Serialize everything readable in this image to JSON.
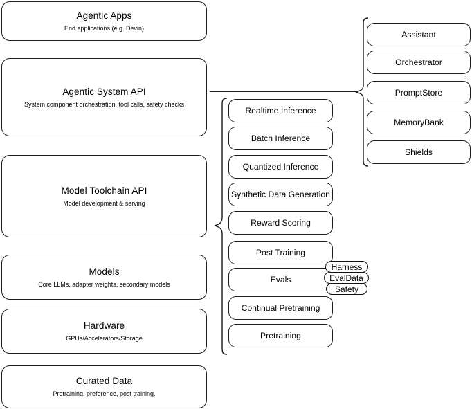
{
  "diagram": {
    "title": "Llama Stack layered architecture diagram",
    "stroke_color": "#1b1b1b",
    "background_color": "#ffffff"
  },
  "left_stack": {
    "name": "platform-layers",
    "items": [
      {
        "id": "agentic-apps",
        "title": "Agentic Apps",
        "subtitle": "End applications (e.g. Devin)"
      },
      {
        "id": "agentic-system-api",
        "title": "Agentic System API",
        "subtitle": "System component orchestration, tool calls, safety checks"
      },
      {
        "id": "model-toolchain-api",
        "title": "Model Toolchain API",
        "subtitle": "Model development & serving"
      },
      {
        "id": "models",
        "title": "Models",
        "subtitle": "Core LLMs, adapter weights, secondary models"
      },
      {
        "id": "hardware",
        "title": "Hardware",
        "subtitle": "GPUs/Accelerators/Storage"
      },
      {
        "id": "curated-data",
        "title": "Curated Data",
        "subtitle": "Pretraining, preference, post training."
      }
    ]
  },
  "toolchain_column": {
    "name": "model-toolchain-capabilities",
    "items": [
      {
        "id": "realtime-inference",
        "label": "Realtime Inference"
      },
      {
        "id": "batch-inference",
        "label": "Batch Inference"
      },
      {
        "id": "quantized-inference",
        "label": "Quantized Inference"
      },
      {
        "id": "synthetic-data-generation",
        "label": "Synthetic Data Generation"
      },
      {
        "id": "reward-scoring",
        "label": "Reward Scoring"
      },
      {
        "id": "post-training",
        "label": "Post Training"
      },
      {
        "id": "evals",
        "label": "Evals"
      },
      {
        "id": "continual-pretraining",
        "label": "Continual Pretraining"
      },
      {
        "id": "pretraining",
        "label": "Pretraining"
      }
    ],
    "evals_subitems": [
      {
        "id": "harness",
        "label": "Harness"
      },
      {
        "id": "evaldata",
        "label": "EvalData"
      },
      {
        "id": "safety",
        "label": "Safety"
      }
    ]
  },
  "agentic_column": {
    "name": "agentic-system-components",
    "items": [
      {
        "id": "assistant",
        "label": "Assistant"
      },
      {
        "id": "orchestrator",
        "label": "Orchestrator"
      },
      {
        "id": "promptstore",
        "label": "PromptStore"
      },
      {
        "id": "memorybank",
        "label": "MemoryBank"
      },
      {
        "id": "shields",
        "label": "Shields"
      }
    ]
  }
}
